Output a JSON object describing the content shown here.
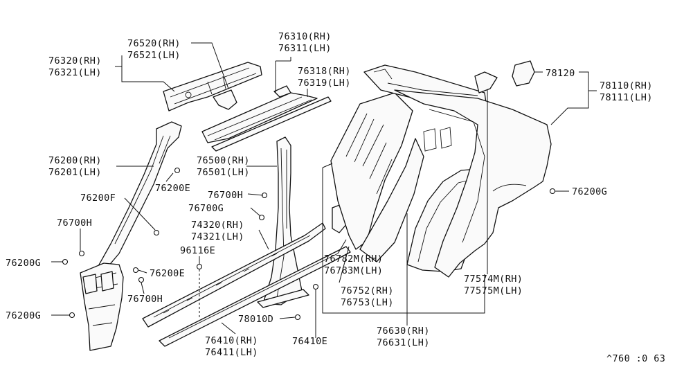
{
  "labels": {
    "p76520": "76520(RH)",
    "p76521": "76521(LH)",
    "p76320": "76320(RH)",
    "p76321": "76321(LH)",
    "p76310": "76310(RH)",
    "p76311": "76311(LH)",
    "p76318": "76318(RH)",
    "p76319": "76319(LH)",
    "p78120": "78120",
    "p78110": "78110(RH)",
    "p78111": "78111(LH)",
    "p76200": "76200(RH)",
    "p76201": "76201(LH)",
    "p76200E_top": "76200E",
    "p76500": "76500(RH)",
    "p76501": "76501(LH)",
    "p76700H_mid": "76700H",
    "p76200G_right": "76200G",
    "p76200F": "76200F",
    "p76700G": "76700G",
    "p74320": "74320(RH)",
    "p74321": "74321(LH)",
    "p76700H_left": "76700H",
    "p96116E": "96116E",
    "p76782M": "76782M(RH)",
    "p76783M": "76783M(LH)",
    "p76200G_left": "76200G",
    "p76200E_bottom": "76200E",
    "p77574M": "77574M(RH)",
    "p77575M": "77575M(LH)",
    "p76752": "76752(RH)",
    "p76753": "76753(LH)",
    "p76700H_bottom": "76700H",
    "p76200G_bottom": "76200G",
    "p78010D": "78010D",
    "p76410": "76410(RH)",
    "p76411": "76411(LH)",
    "p76410E": "76410E",
    "p76630": "76630(RH)",
    "p76631": "76631(LH)",
    "ref_code": "^760 :0 63"
  }
}
